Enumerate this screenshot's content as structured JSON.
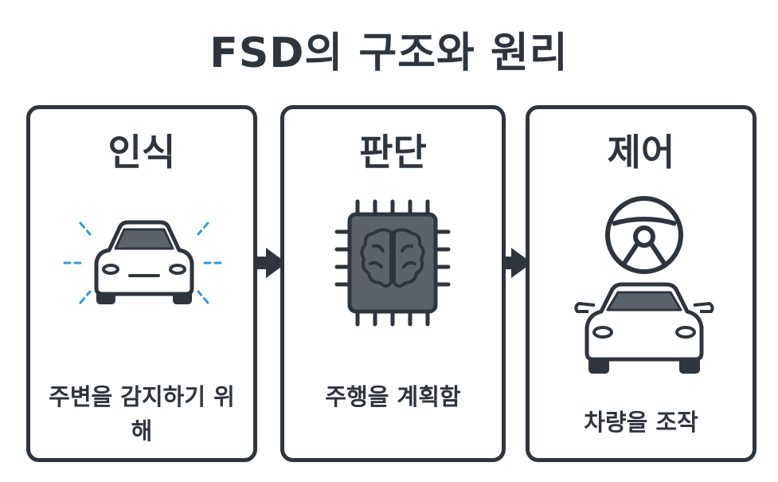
{
  "title": "FSD의 구조와 원리",
  "colors": {
    "ink": "#2f353d",
    "chip_fill": "#5b626c",
    "sensor_blue": "#2f9be0",
    "window_fill": "#5b626c"
  },
  "stages": [
    {
      "title": "인식",
      "description": "주변을 감지하기 위해",
      "icon": "car-sensing-icon"
    },
    {
      "title": "판단",
      "description": "주행을 계획함",
      "icon": "brain-chip-icon"
    },
    {
      "title": "제어",
      "description": "차량을 조작",
      "icon": "steering-wheel-car-icon"
    }
  ]
}
